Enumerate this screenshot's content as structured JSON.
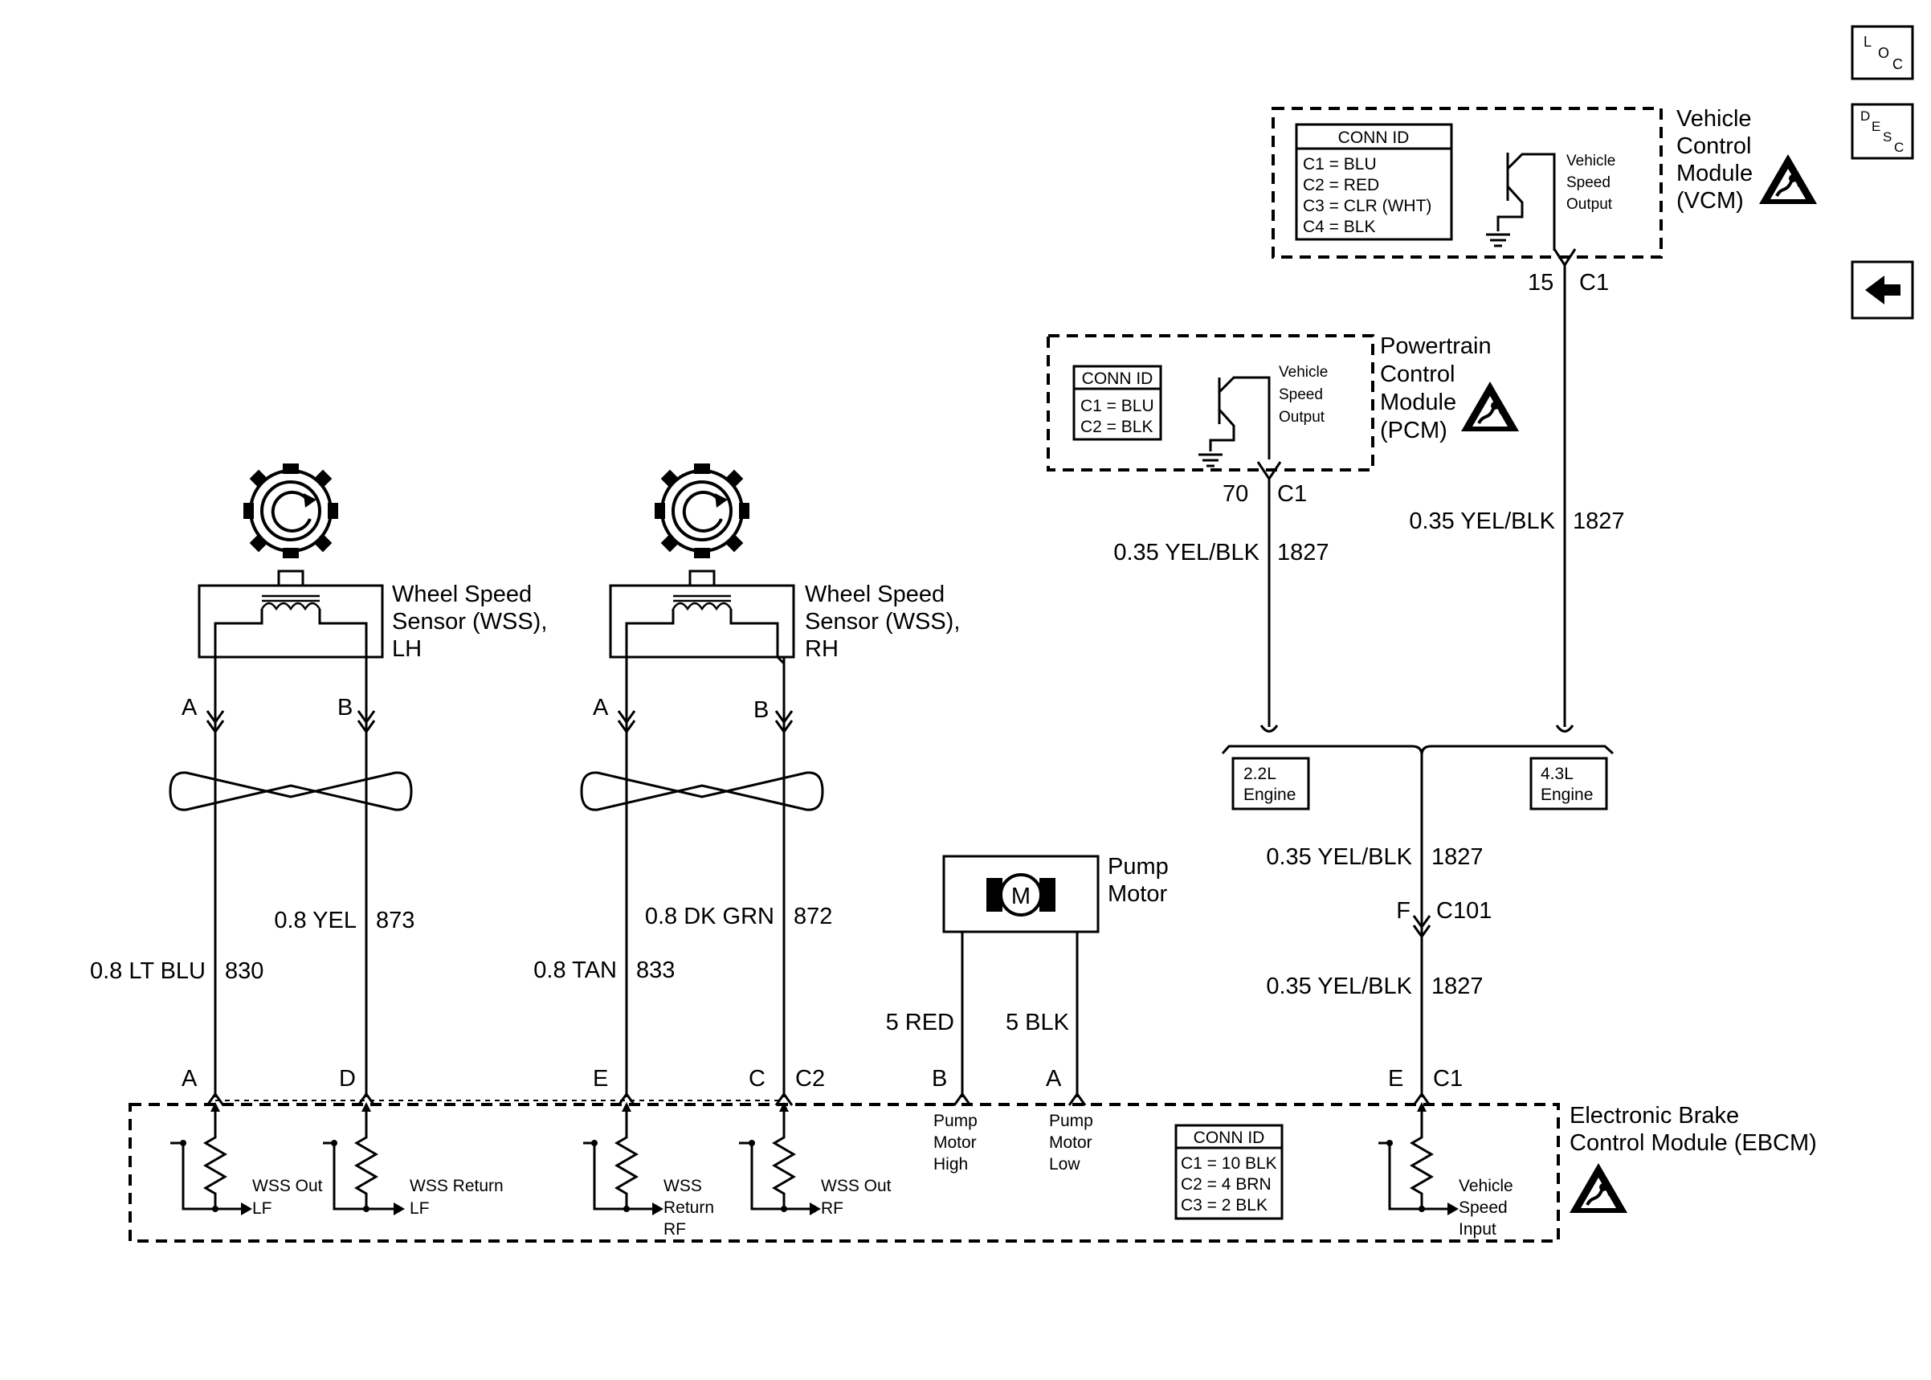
{
  "nav": {
    "loc": {
      "l1": "L",
      "l2": "O",
      "l3": "C"
    },
    "desc": {
      "l1": "D",
      "l2": "E",
      "l3": "S",
      "l4": "C"
    }
  },
  "vcm": {
    "label1": "Vehicle",
    "label2": "Control",
    "label3": "Module",
    "label4": "(VCM)",
    "conn_title": "CONN ID",
    "conn": [
      "C1 = BLU",
      "C2 = RED",
      "C3 = CLR (WHT)",
      "C4 = BLK"
    ],
    "out1": "Vehicle",
    "out2": "Speed",
    "out3": "Output",
    "pin": "15",
    "connector": "C1"
  },
  "pcm": {
    "label1": "Powertrain",
    "label2": "Control",
    "label3": "Module",
    "label4": "(PCM)",
    "conn_title": "CONN ID",
    "conn": [
      "C1 = BLU",
      "C2 = BLK"
    ],
    "out1": "Vehicle",
    "out2": "Speed",
    "out3": "Output",
    "pin": "70",
    "connector": "C1"
  },
  "wires": {
    "pcm_wire": {
      "gauge": "0.35 YEL/BLK",
      "circuit": "1827"
    },
    "vcm_wire": {
      "gauge": "0.35 YEL/BLK",
      "circuit": "1827"
    },
    "mid_wire_upper": {
      "gauge": "0.35 YEL/BLK",
      "circuit": "1827"
    },
    "mid_wire_lower": {
      "gauge": "0.35 YEL/BLK",
      "circuit": "1827"
    },
    "lf_out": {
      "gauge": "0.8 LT BLU",
      "circuit": "830"
    },
    "lf_ret": {
      "gauge": "0.8 YEL",
      "circuit": "873"
    },
    "rf_ret": {
      "gauge": "0.8 TAN",
      "circuit": "833"
    },
    "rf_out": {
      "gauge": "0.8 DK GRN",
      "circuit": "872"
    },
    "pump_high": {
      "gauge": "5 RED"
    },
    "pump_low": {
      "gauge": "5 BLK"
    }
  },
  "engine": {
    "e22": {
      "l1": "2.2L",
      "l2": "Engine"
    },
    "e43": {
      "l1": "4.3L",
      "l2": "Engine"
    }
  },
  "c101": {
    "pin": "F",
    "connector": "C101"
  },
  "wss_lh": {
    "l1": "Wheel Speed",
    "l2": "Sensor (WSS),",
    "l3": "LH",
    "pin_a": "A",
    "pin_b": "B"
  },
  "wss_rh": {
    "l1": "Wheel Speed",
    "l2": "Sensor (WSS),",
    "l3": "RH",
    "pin_a": "A",
    "pin_b": "B"
  },
  "pump": {
    "l1": "Pump",
    "l2": "Motor",
    "symbol": "M"
  },
  "ebcm": {
    "l1": "Electronic Brake",
    "l2": "Control Module (EBCM)",
    "pins": {
      "a": "A",
      "d": "D",
      "e": "E",
      "c": "C",
      "c2": "C2",
      "b": "B",
      "a2": "A",
      "e2": "E",
      "c1": "C1"
    },
    "wss_out_lf": {
      "l1": "WSS Out",
      "l2": "LF"
    },
    "wss_ret_lf": {
      "l1": "WSS Return",
      "l2": "LF"
    },
    "wss_ret_rf": {
      "l1": "WSS",
      "l2": "Return",
      "l3": "RF"
    },
    "wss_out_rf": {
      "l1": "WSS Out",
      "l2": "RF"
    },
    "pump_high": {
      "l1": "Pump",
      "l2": "Motor",
      "l3": "High"
    },
    "pump_low": {
      "l1": "Pump",
      "l2": "Motor",
      "l3": "Low"
    },
    "vs_input": {
      "l1": "Vehicle",
      "l2": "Speed",
      "l3": "Input"
    },
    "conn_title": "CONN ID",
    "conn": [
      "C1 = 10 BLK",
      "C2 = 4 BRN",
      "C3 = 2 BLK"
    ]
  }
}
